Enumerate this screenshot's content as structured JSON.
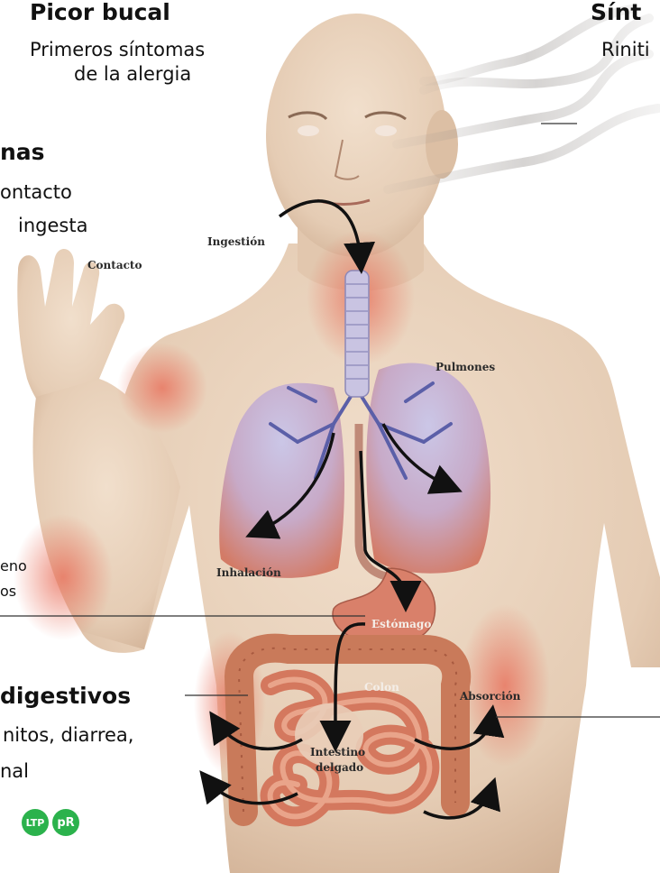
{
  "headings": {
    "oral_itch": {
      "title": "Picor bucal",
      "line1": "Primeros síntomas",
      "line2": "de la alergia"
    },
    "respiratory": {
      "title": "Sínt",
      "line1": "Riniti"
    },
    "skin": {
      "title": "nas",
      "line1": "ontacto",
      "line2": " ingesta"
    },
    "digestive": {
      "title": "digestivos",
      "line1": "nitos, diarrea,",
      "line2": "nal"
    },
    "left_small": {
      "line1": "eno",
      "line2": "os"
    }
  },
  "labels": {
    "contact": "Contacto",
    "ingestion": "Ingestión",
    "lungs": "Pulmones",
    "inhalation": "Inhalación",
    "stomach": "Estómago",
    "colon": "Colon",
    "absorption": "Absorción",
    "small_intestine_1": "Intestino",
    "small_intestine_2": "delgado"
  },
  "badges": [
    "LTP",
    "pR"
  ],
  "colors": {
    "skin": "#e8d2bc",
    "lung": "#b9b6dc",
    "bronchi": "#5b5fa8",
    "gut": "#d9805e",
    "badge": "#2bb24c"
  }
}
